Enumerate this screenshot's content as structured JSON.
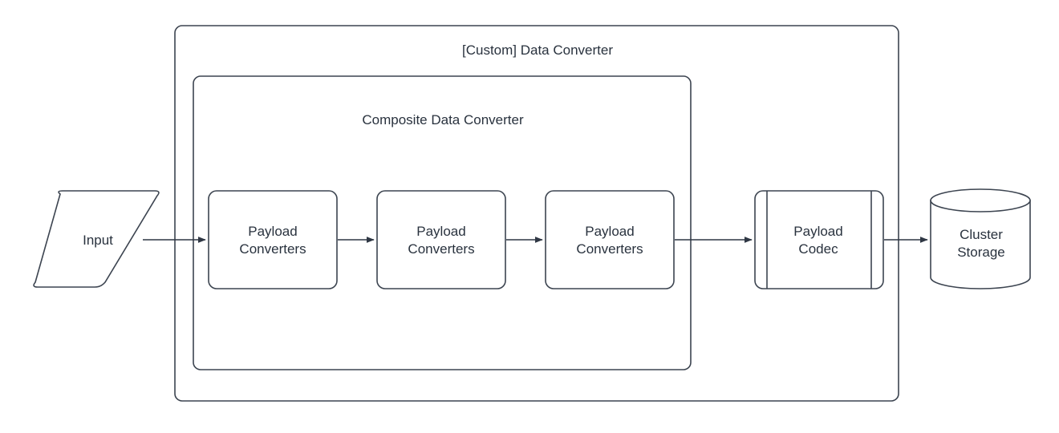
{
  "diagram": {
    "title": "[Custom] Data Converter",
    "type": "flow-diagram",
    "background_color": "#ffffff",
    "stroke_color": "#3c4450",
    "text_color": "#29323e",
    "containers": [
      {
        "id": "custom-data-converter",
        "label": "[Custom] Data Converter",
        "shape": "rounded-rectangle"
      },
      {
        "id": "composite-data-converter",
        "label": "Composite Data Converter",
        "shape": "rounded-rectangle"
      }
    ],
    "nodes": [
      {
        "id": "input",
        "label": "Input",
        "shape": "parallelogram"
      },
      {
        "id": "payload-converters-1",
        "label": "Payload\nConverters",
        "shape": "rounded-rectangle"
      },
      {
        "id": "payload-converters-2",
        "label": "Payload\nConverters",
        "shape": "rounded-rectangle"
      },
      {
        "id": "payload-converters-3",
        "label": "Payload\nConverters",
        "shape": "rounded-rectangle"
      },
      {
        "id": "payload-codec",
        "label": "Payload\nCodec",
        "shape": "predefined-process"
      },
      {
        "id": "cluster-storage",
        "label": "Cluster\nStorage",
        "shape": "cylinder"
      }
    ],
    "edges": [
      {
        "from": "input",
        "to": "payload-converters-1",
        "arrow": "single"
      },
      {
        "from": "payload-converters-1",
        "to": "payload-converters-2",
        "arrow": "single"
      },
      {
        "from": "payload-converters-2",
        "to": "payload-converters-3",
        "arrow": "single"
      },
      {
        "from": "payload-converters-3",
        "to": "payload-codec",
        "arrow": "single"
      },
      {
        "from": "payload-codec",
        "to": "cluster-storage",
        "arrow": "single"
      }
    ]
  }
}
